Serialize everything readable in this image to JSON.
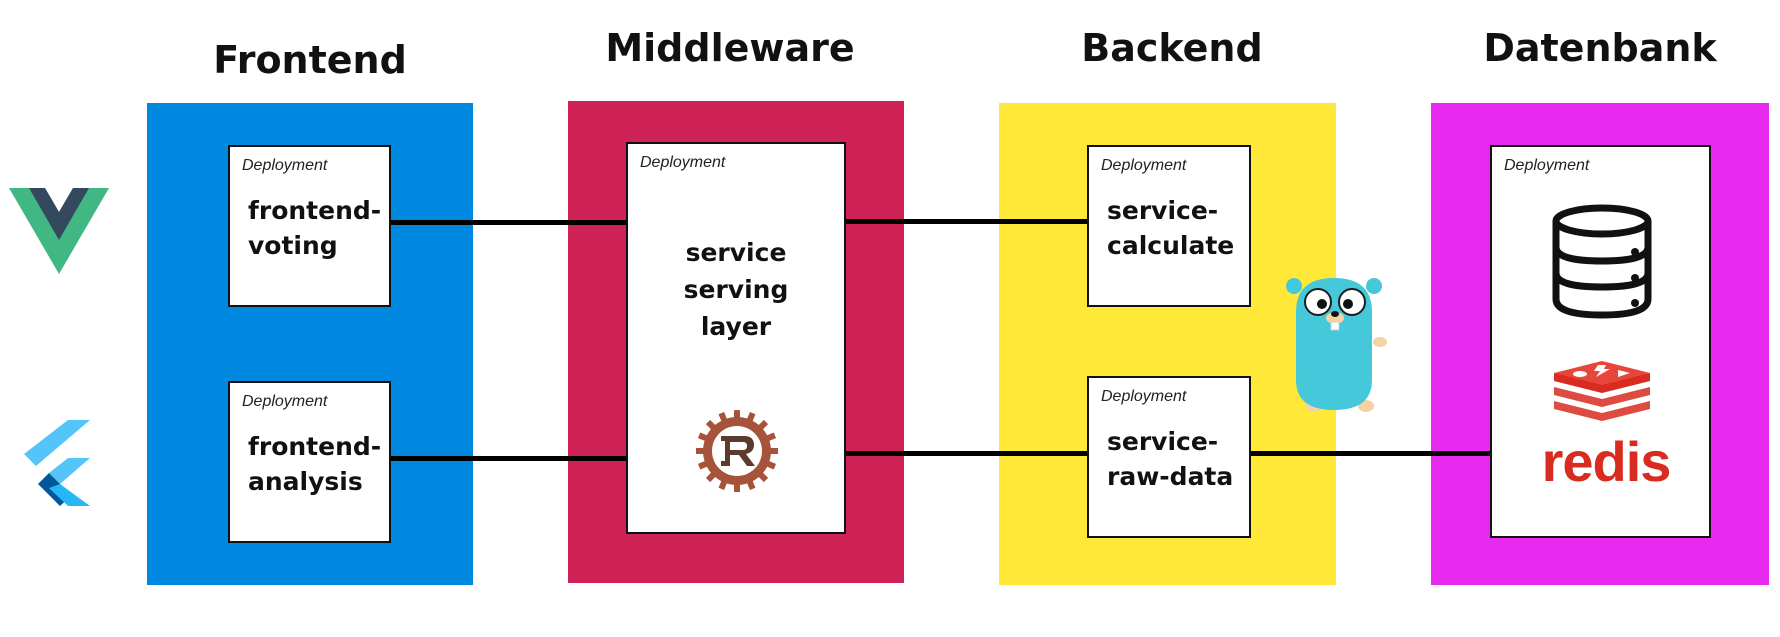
{
  "columns": {
    "frontend": {
      "title": "Frontend",
      "color": "#0088E0"
    },
    "middleware": {
      "title": "Middleware",
      "color": "#CF2257"
    },
    "backend": {
      "title": "Backend",
      "color": "#FFE838"
    },
    "database": {
      "title": "Datenbank",
      "color": "#E82AF0"
    }
  },
  "deployment_label": "Deployment",
  "services": {
    "frontend_voting": "frontend-\nvoting",
    "frontend_analysis": "frontend-\nanalysis",
    "serving_layer": "service\nserving\nlayer",
    "calculate": "service-\ncalculate",
    "raw_data": "service-\nraw-data"
  },
  "logos": {
    "vue": "vue-logo",
    "flutter": "flutter-logo",
    "rust": "rust-logo",
    "go": "go-gopher-logo",
    "database": "database-icon",
    "redis": {
      "name": "redis-logo",
      "text": "redis",
      "color": "#D82C20"
    }
  }
}
